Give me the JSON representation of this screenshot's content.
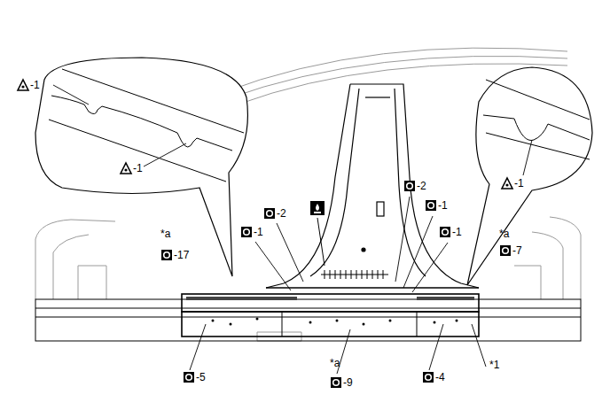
{
  "diagram": {
    "labels": [
      "-1",
      "-1",
      "-1",
      "*a",
      "-17",
      "-2",
      "-1",
      "-2",
      "-1",
      "-1",
      "*a",
      "-7",
      "-5",
      "*a",
      "-9",
      "-4",
      "*1"
    ]
  }
}
